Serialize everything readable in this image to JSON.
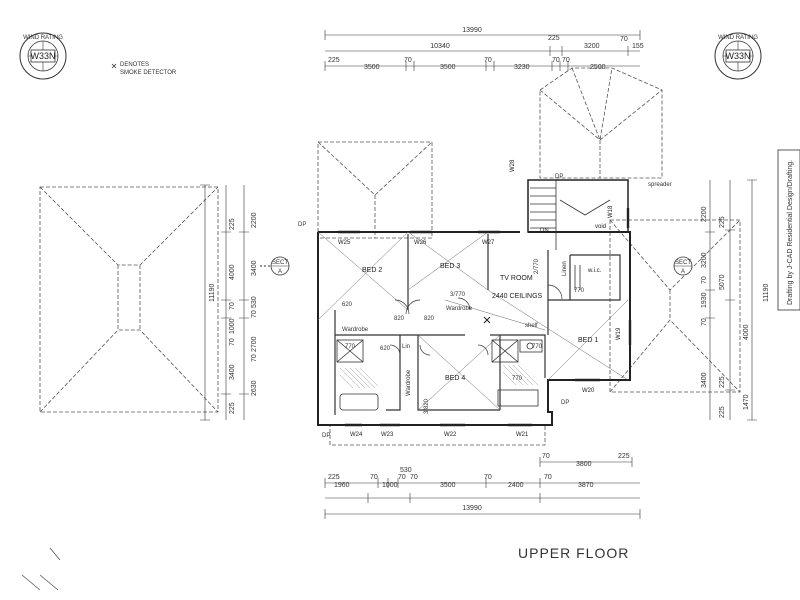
{
  "wind_rating": {
    "ring_text": "WIND RATING",
    "code": "W33N"
  },
  "legend": {
    "line1": "DENOTES",
    "line2": "SMOKE DETECTOR"
  },
  "title": "UPPER FLOOR",
  "credit": "Drafting by J-CAD Residential Design/Drafting.",
  "section_marker": {
    "top": "SECT",
    "bottom": "A"
  },
  "rooms": {
    "bed2": "BED 2",
    "bed3": "BED 3",
    "bed4": "BED 4",
    "bed1": "BED 1",
    "tv": "TV ROOM",
    "ceilings": "2440 CEILINGS",
    "void": "void",
    "wic": "w.i.c.",
    "dn": "DN",
    "linen": "Linen",
    "wardrobe_left": "Wardrobe",
    "wardrobe_mid": "Wardrobe",
    "wardrobe_v": "Wardrobe",
    "shelf": "shelf",
    "lin": "Lin",
    "spreader": "spreader"
  },
  "windows": [
    "W25",
    "W26",
    "W27",
    "W28",
    "W18",
    "W19",
    "W20",
    "W21",
    "W22",
    "W23",
    "W24"
  ],
  "door_labels": {
    "d1": "3/770",
    "d2": "2/770",
    "d3": "3/820",
    "d4": "770",
    "d5": "820",
    "d6": "820",
    "d7": "620",
    "d8": "620",
    "d9": "770",
    "d10": "770",
    "d11": "770",
    "dp1": "DP",
    "dp2": "DP",
    "dp3": "DP",
    "dp4": "DP"
  },
  "dims_top": {
    "overall": "13990",
    "r2": [
      "225",
      "3200",
      "70",
      "155"
    ],
    "r2_mid": "10340",
    "r3": [
      "225",
      "3500",
      "70",
      "3500",
      "70",
      "3230",
      "70",
      "70",
      "2500"
    ]
  },
  "dims_bottom": {
    "r1": [
      "70",
      "3800",
      "225"
    ],
    "r2": [
      "225",
      "70",
      "530",
      "70",
      "70",
      "3500",
      "70",
      "2400",
      "70"
    ],
    "r3": [
      "1960",
      "1000",
      "3870"
    ],
    "overall": "13990"
  },
  "dims_left": {
    "overall": "11190",
    "outer": [
      "225",
      "4000",
      "70",
      "1000",
      "70",
      "3400",
      "225"
    ],
    "inner": [
      "2200",
      "3400",
      "530",
      "70",
      "2700",
      "70",
      "2630"
    ]
  },
  "dims_right": {
    "overall": "11190",
    "inner": [
      "2200",
      "3200",
      "70",
      "1930",
      "70",
      "3400"
    ],
    "outer": [
      "225",
      "5070",
      "4000",
      "225",
      "1470",
      "225"
    ]
  }
}
